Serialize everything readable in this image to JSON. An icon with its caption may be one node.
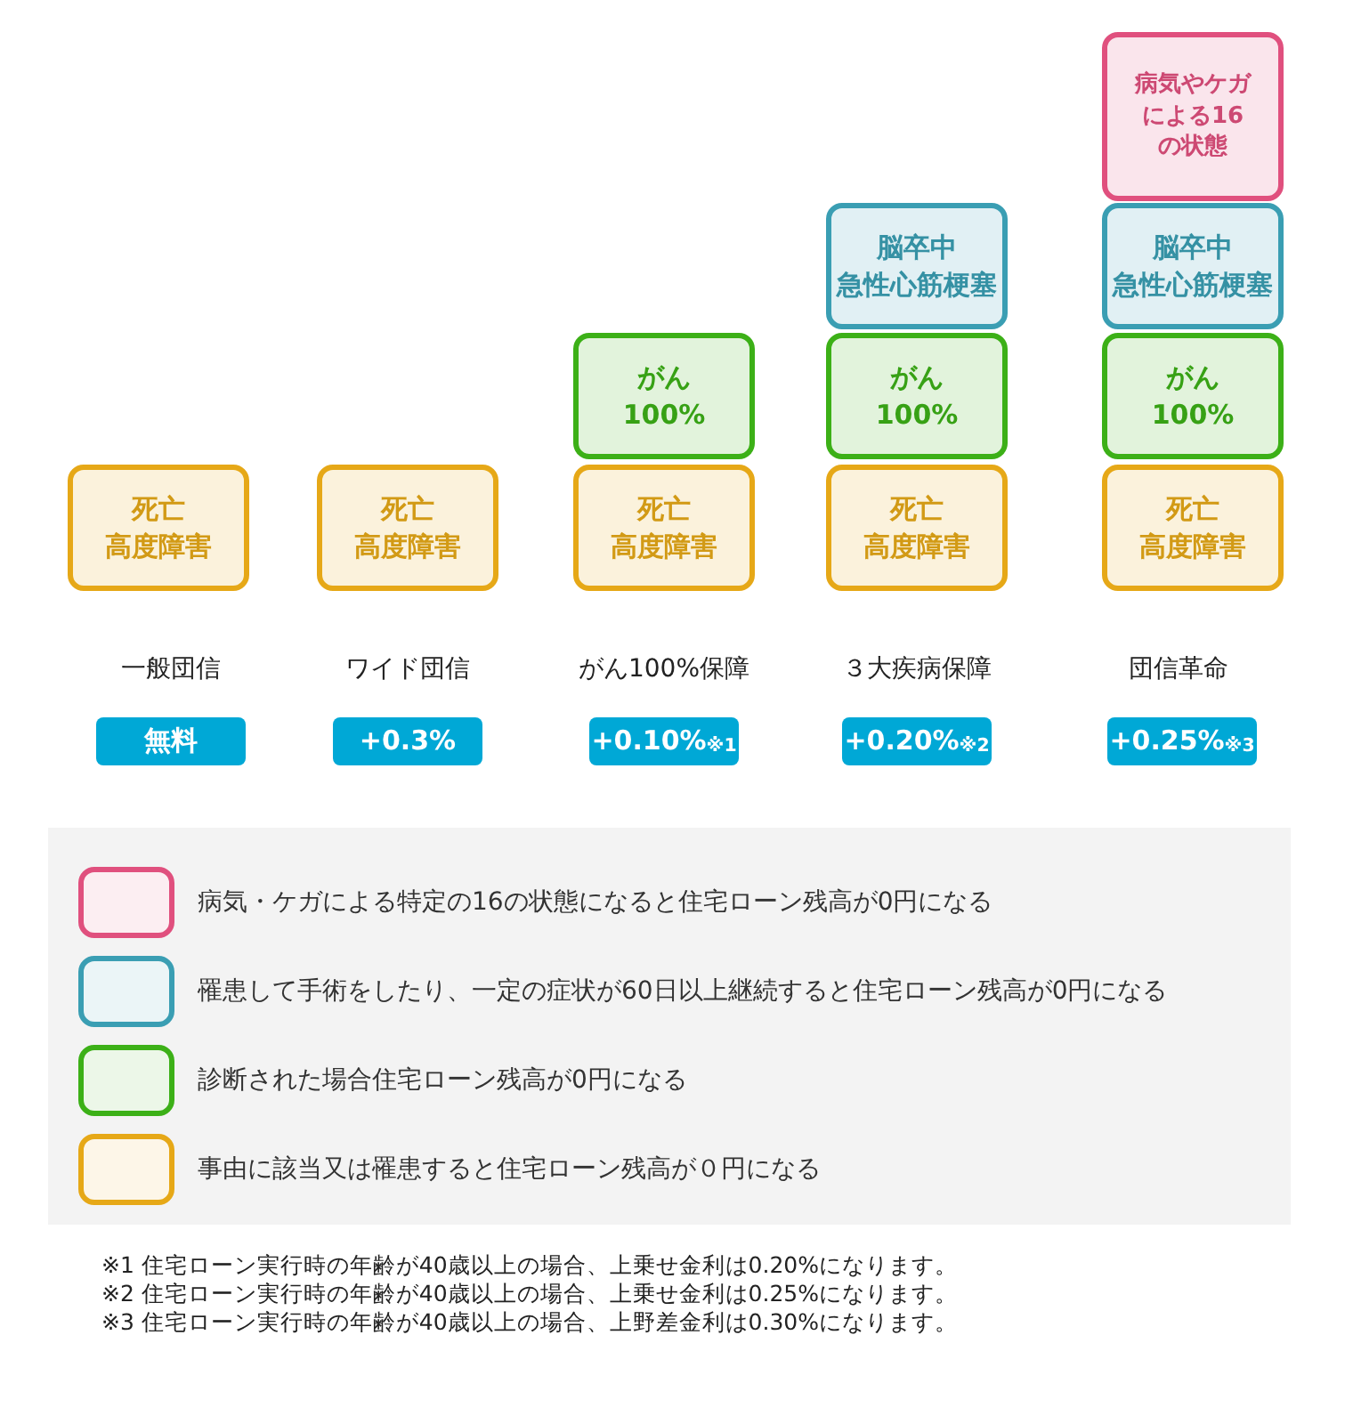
{
  "diagram": {
    "nodes": [
      {
        "text": [
          "死亡",
          "高度障害"
        ]
      },
      {
        "text": [
          "死亡",
          "高度障害"
        ]
      },
      {
        "text": [
          "がん",
          "100%"
        ]
      },
      {
        "text": [
          "死亡",
          "高度障害"
        ]
      },
      {
        "text": [
          "脳卒中",
          "急性心筋梗塞"
        ]
      },
      {
        "text": [
          "がん",
          "100%"
        ]
      },
      {
        "text": [
          "死亡",
          "高度障害"
        ]
      },
      {
        "text": [
          "病気やケガによる16の状態"
        ]
      },
      {
        "text": [
          "脳卒中",
          "急性心筋梗塞"
        ]
      },
      {
        "text": [
          "がん",
          "100%"
        ]
      },
      {
        "text": [
          "死亡",
          "高度障害"
        ]
      },
      {
        "text": [
          "無料"
        ]
      },
      {
        "text": [
          "+0.3%"
        ]
      },
      {
        "text": [
          "+0.10%$_{※1}$"
        ]
      },
      {
        "text": [
          "+0.20%$_{※2}$"
        ]
      },
      {
        "text": [
          "+0.25%$_{※3}$"
        ]
      }
    ],
    "labels": [
      "一般団信",
      "ワイド団信",
      "がん100%保障",
      "３大疾病保障",
      "団信革命",
      "※1 住宅ローン実行時の年齢が40歳以上の場合、上乗せ金利は0.20%になります。",
      "※2 住宅ローン実行時の年齢が40歳以上の場合、上乗せ金利は0.25%になります。",
      "※3 住宅ローン実行時の年齢が40歳以上の場合、上野差金利は0.30%になります。"
    ],
    "legend": [
      {
        "text": "病気・ケガによる特定の16の状態になると住宅ローン残高が0円になる",
        "color": "#e0507e"
      },
      {
        "text": "罹患して手術をしたり、一定の症状が60日以上継続すると住宅ローン残高が0円になる",
        "color": "#3a9eb3"
      },
      {
        "text": "診断された場合住宅ローン残高が0円になる",
        "color": "#3cb017"
      },
      {
        "text": "事由に該当又は罹患すると住宅ローン残高が０円になる",
        "color": "#e6a817"
      }
    ]
  }
}
